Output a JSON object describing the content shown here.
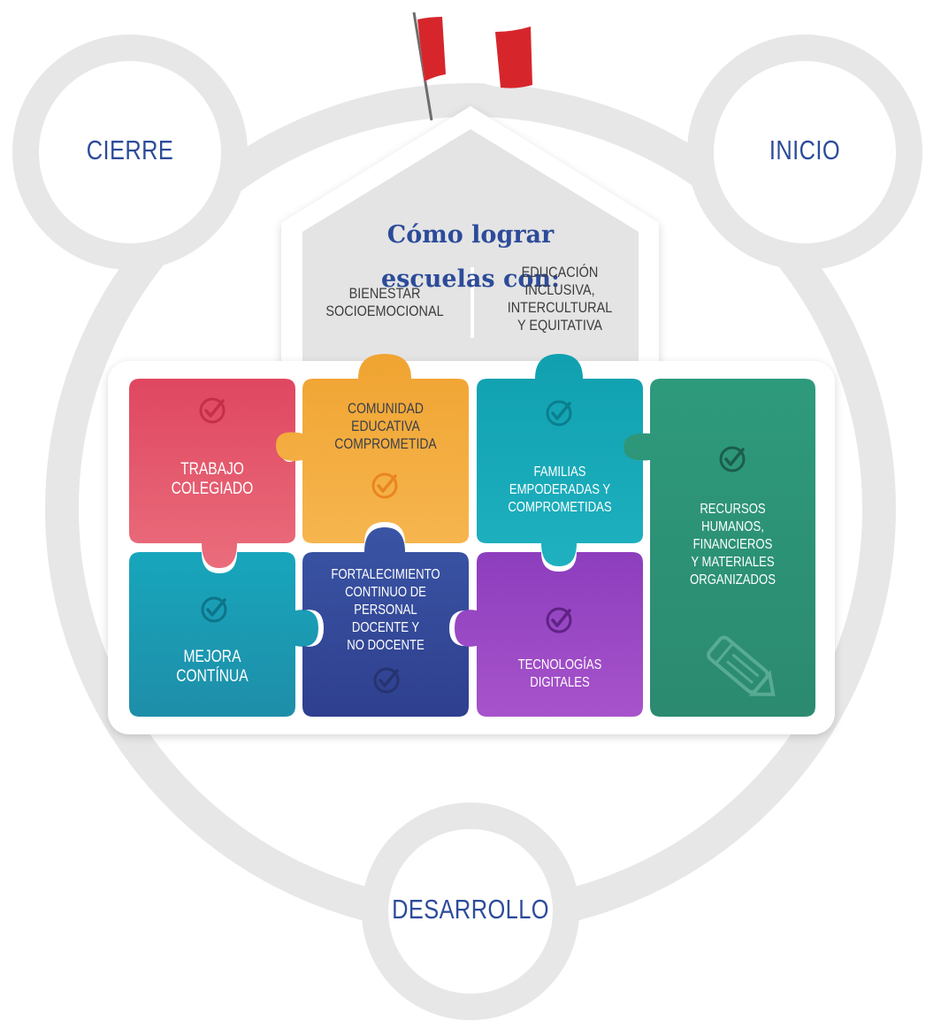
{
  "cycle": {
    "phase_top_left": "CIERRE",
    "phase_top_right": "INICIO",
    "phase_bottom": "DESARROLLO",
    "ring_color": "#e6e6e6"
  },
  "house": {
    "title_line1": "Cómo lograr",
    "title_line2": "escuelas con:",
    "roof_left": "BIENESTAR\nSOCIOEMOCIONAL",
    "roof_right": "EDUCACIÓN\nINCLUSIVA,\nINTERCULTURAL\nY EQUITATIVA",
    "roof_color": "#e3e3e3"
  },
  "pieces": [
    {
      "label": "TRABAJO\nCOLEGIADO",
      "color": "#e0506a",
      "icon": "check-circle-icon"
    },
    {
      "label": "COMUNIDAD\nEDUCATIVA\nCOMPROMETIDA",
      "color": "#f3a52c",
      "icon": "check-circle-icon"
    },
    {
      "label": "FAMILIAS\nEMPODERADAS Y\nCOMPROMETIDAS",
      "color": "#15a4b4",
      "icon": "check-circle-icon"
    },
    {
      "label": "RECURSOS\nHUMANOS,\nFINANCIEROS\nY MATERIALES\nORGANIZADOS",
      "color": "#2f9478",
      "icon": "check-circle-icon"
    },
    {
      "label": "MEJORA\nCONTÍNUA",
      "color": "#18a8be",
      "icon": "check-circle-icon"
    },
    {
      "label": "FORTALECIMIENTO\nCONTINUO DE\nPERSONAL\nDOCENTE Y\nNO DOCENTE",
      "color": "#35499c",
      "icon": "check-circle-icon"
    },
    {
      "label": "TECNOLOGÍAS\nDIGITALES",
      "color": "#9a48c4",
      "icon": "check-circle-icon"
    }
  ],
  "flag": {
    "icon": "peru-flag-icon",
    "colors": [
      "#d6262b",
      "#ffffff",
      "#d6262b"
    ]
  },
  "decor": {
    "icon": "pencil-icon"
  }
}
